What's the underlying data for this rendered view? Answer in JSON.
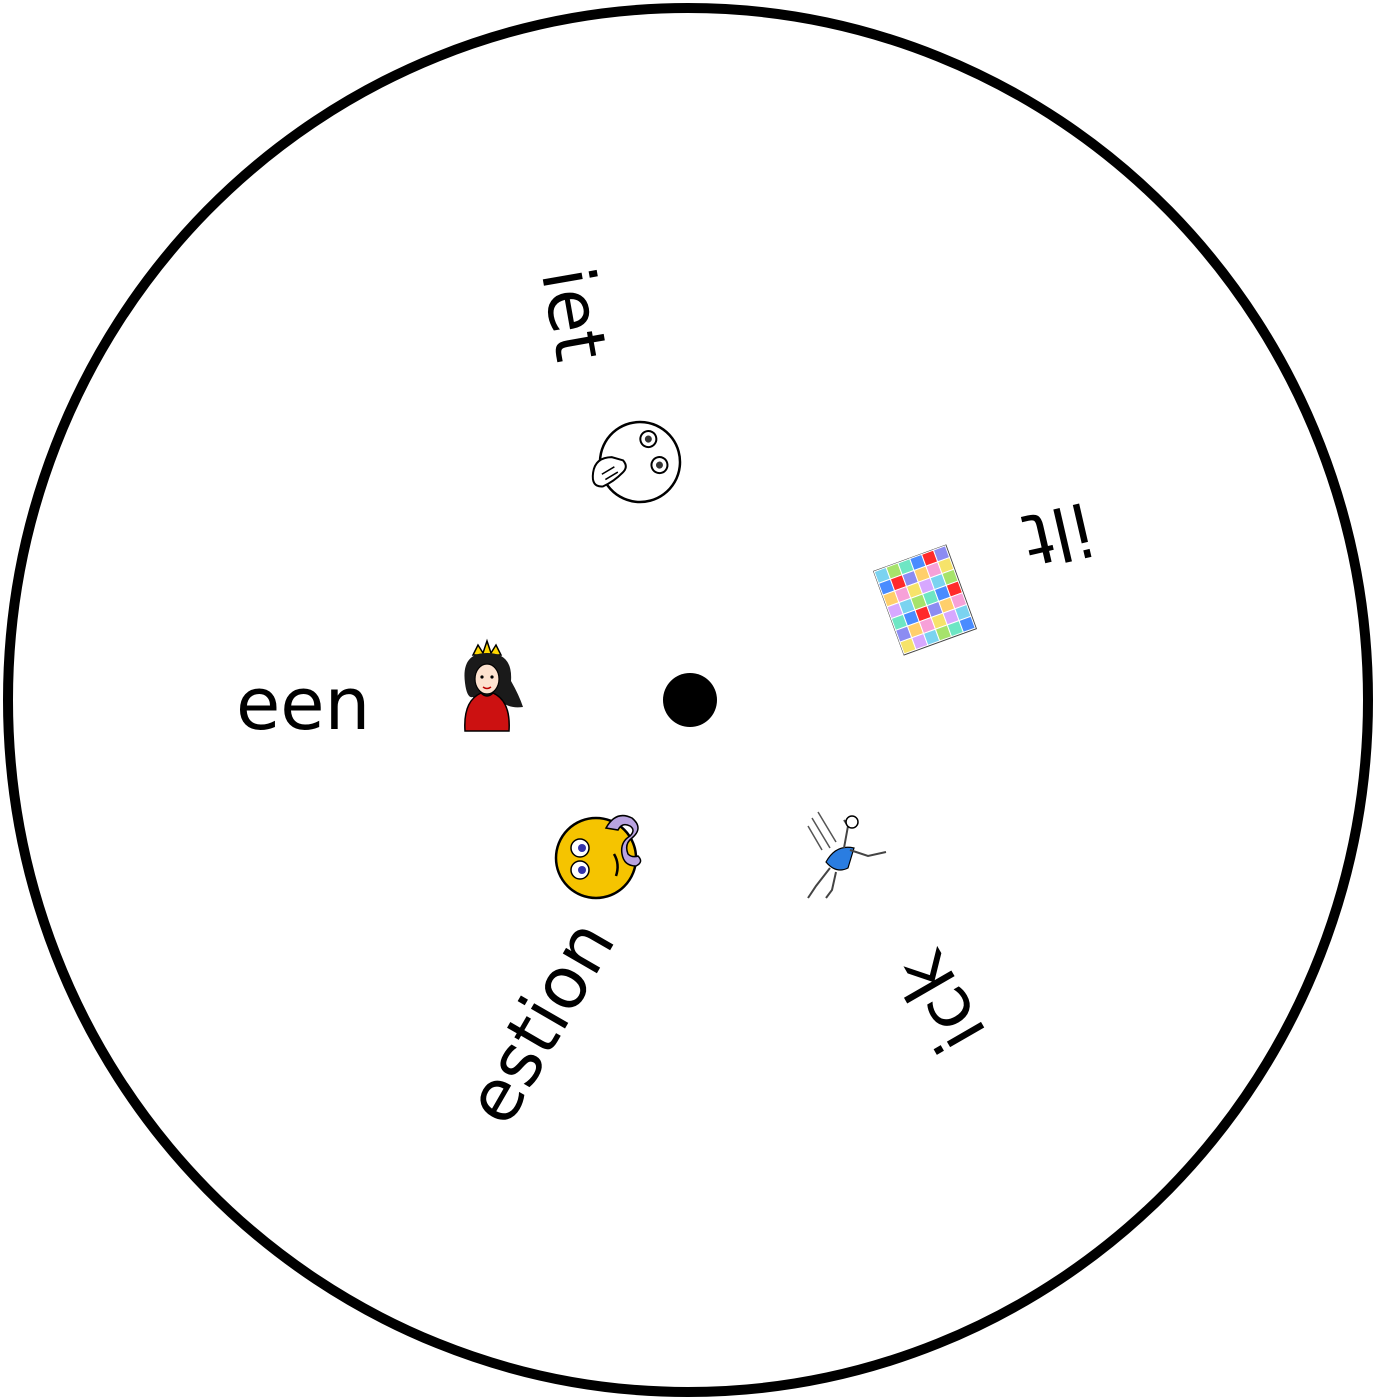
{
  "wheel": {
    "words": [
      {
        "id": "iet",
        "text": "iet"
      },
      {
        "id": "ilt",
        "text": "ilt"
      },
      {
        "id": "een",
        "text": "een"
      },
      {
        "id": "estion",
        "text": "estion"
      },
      {
        "id": "ick",
        "text": "ick"
      }
    ],
    "pictures": [
      {
        "id": "quiet",
        "icon": "shushing-face-icon"
      },
      {
        "id": "quilt",
        "icon": "patchwork-quilt-icon"
      },
      {
        "id": "queen",
        "icon": "queen-icon"
      },
      {
        "id": "question",
        "icon": "confused-question-face-icon"
      },
      {
        "id": "quick",
        "icon": "falling-person-icon"
      }
    ],
    "colors": {
      "outline": "#000000",
      "background": "#ffffff",
      "queen_dress": "#cc1111",
      "crown": "#ffd700",
      "face_yellow": "#f5c400",
      "question_mark": "#b9a3e0",
      "runner_shirt": "#2a7de1"
    }
  }
}
